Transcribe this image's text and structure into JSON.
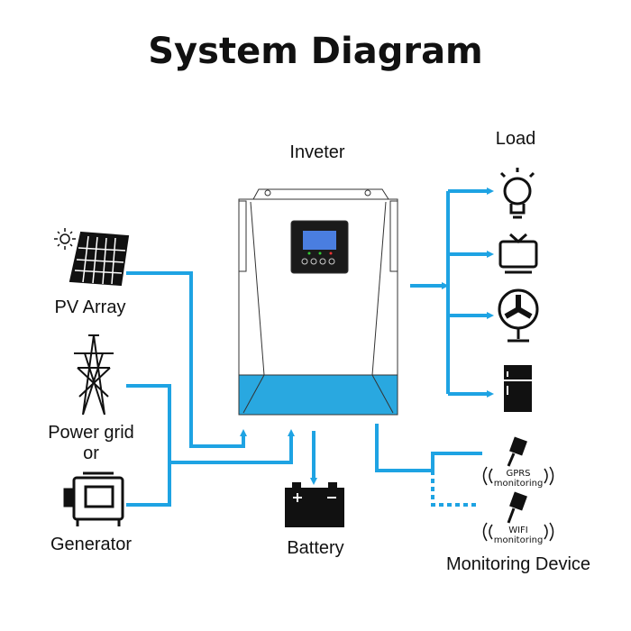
{
  "title": "System Diagram",
  "labels": {
    "inverter": "Inveter",
    "load": "Load",
    "pv_array": "PV Array",
    "power_grid": "Power grid",
    "or": "or",
    "generator": "Generator",
    "battery": "Battery",
    "monitoring_device": "Monitoring Device",
    "gprs_line1": "GPRS",
    "gprs_line2": "monitoring",
    "wifi_line1": "WIFI",
    "wifi_line2": "monitoring"
  },
  "colors": {
    "line": "#1ea3e3",
    "inverter_base": "#29a8e0",
    "icon": "#111111"
  },
  "icons": [
    "sun-icon",
    "solar-panel-icon",
    "power-tower-icon",
    "generator-icon",
    "battery-icon",
    "light-bulb-icon",
    "tv-icon",
    "fan-icon",
    "fridge-icon",
    "gprs-dongle-icon",
    "wifi-dongle-icon"
  ]
}
